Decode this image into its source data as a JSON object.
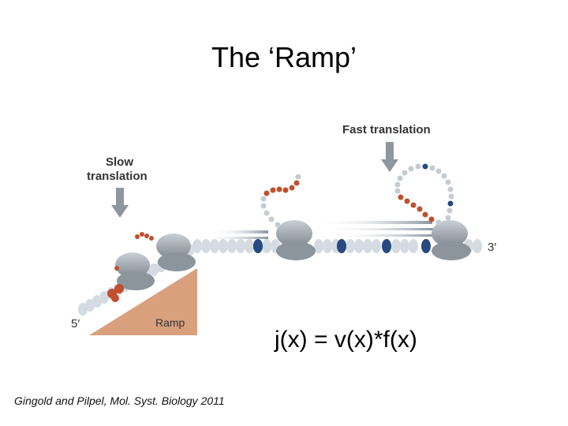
{
  "slide": {
    "title": "The ‘Ramp’",
    "formula": "j(x) = v(x)*f(x)",
    "citation": "Gingold and Pilpel, Mol. Syst. Biology 2011"
  },
  "diagram": {
    "labels": {
      "fast_translation": "Fast translation",
      "slow_translation_line1": "Slow",
      "slow_translation_line2": "translation",
      "ramp": "Ramp",
      "five_prime": "5′",
      "three_prime": "3′"
    },
    "colors": {
      "ramp_fill": "#d9a07d",
      "ribosome": "#9aa3ac",
      "mrna": "#d5dbe2",
      "codon_dark": "#274a80",
      "peptide_red": "#c0502e",
      "peptide_gray": "#c4cbd3",
      "arrow": "#8f969d"
    }
  }
}
